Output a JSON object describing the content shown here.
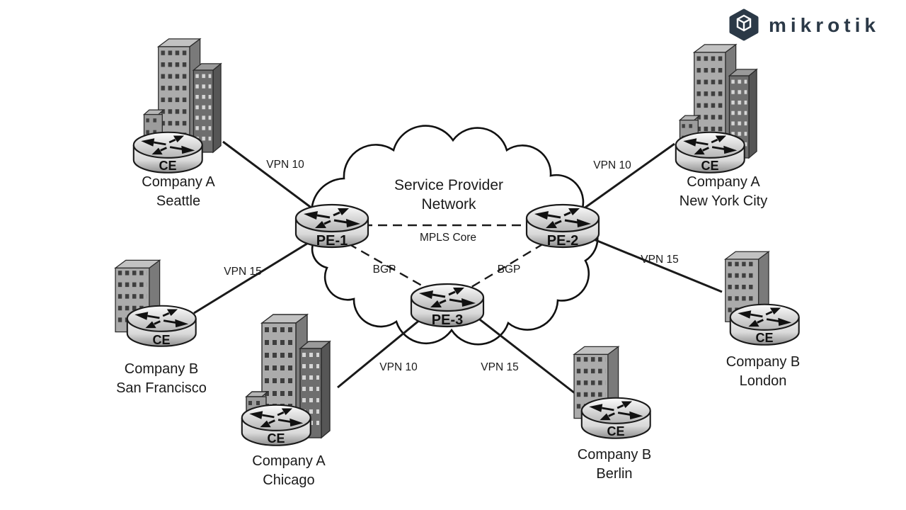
{
  "brand": {
    "wordmark": "mikrotik",
    "color": "#2b3947",
    "icon": "mikrotik-hex-box-icon"
  },
  "cloud": {
    "title_line1": "Service Provider",
    "title_line2": "Network",
    "core_link_label": "MPLS Core"
  },
  "core": {
    "pe1": "PE-1",
    "pe2": "PE-2",
    "pe3": "PE-3",
    "bgp_left": "BGP",
    "bgp_right": "BGP"
  },
  "sites": {
    "seattle": {
      "ce": "CE",
      "company": "Company A",
      "city": "Seattle",
      "vpn": "VPN 10"
    },
    "new_york": {
      "ce": "CE",
      "company": "Company A",
      "city": "New York City",
      "vpn": "VPN 10"
    },
    "san_francisco": {
      "ce": "CE",
      "company": "Company B",
      "city": "San Francisco",
      "vpn": "VPN 15"
    },
    "chicago": {
      "ce": "CE",
      "company": "Company A",
      "city": "Chicago",
      "vpn": "VPN 10"
    },
    "berlin": {
      "ce": "CE",
      "company": "Company B",
      "city": "Berlin",
      "vpn": "VPN 15"
    },
    "london": {
      "ce": "CE",
      "company": "Company B",
      "city": "London",
      "vpn": "VPN 15"
    }
  }
}
